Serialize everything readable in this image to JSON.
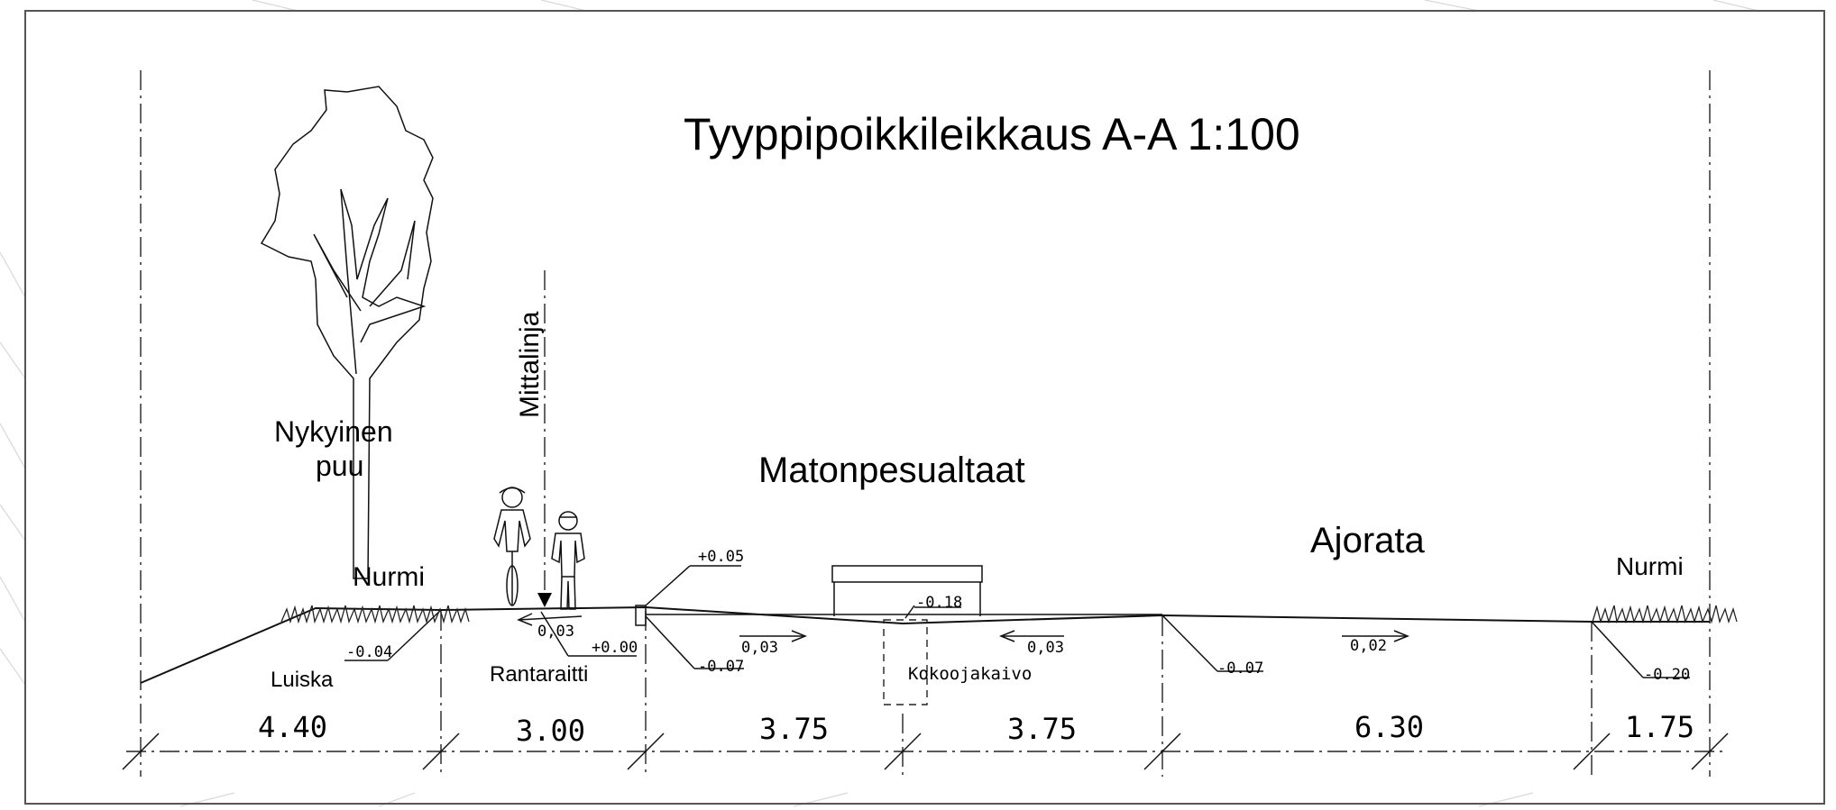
{
  "title": "Tyyppipoikkileikkaus A-A 1:100",
  "zones": {
    "nykyinen_puu_1": "Nykyinen",
    "nykyinen_puu_2": "puu",
    "mittalinja": "Mittalinja",
    "matonpesualtaat": "Matonpesualtaat",
    "ajorata": "Ajorata",
    "nurmi_left": "Nurmi",
    "nurmi_right": "Nurmi",
    "luiska": "Luiska",
    "rantaraitti": "Rantaraitti",
    "kokoojakaivo": "Kokoojakaivo"
  },
  "elevations": {
    "e1": "-0.04",
    "e2": "+0.00",
    "e3": "+0.05",
    "e4": "-0.07",
    "e5": "-0.18",
    "e6": "-0.07",
    "e7": "-0.20"
  },
  "slopes": {
    "s1": "0,03",
    "s2": "0,03",
    "s3": "0,03",
    "s4": "0,02"
  },
  "dimensions": [
    "4.40",
    "3.00",
    "3.75",
    "3.75",
    "6.30",
    "1.75"
  ]
}
